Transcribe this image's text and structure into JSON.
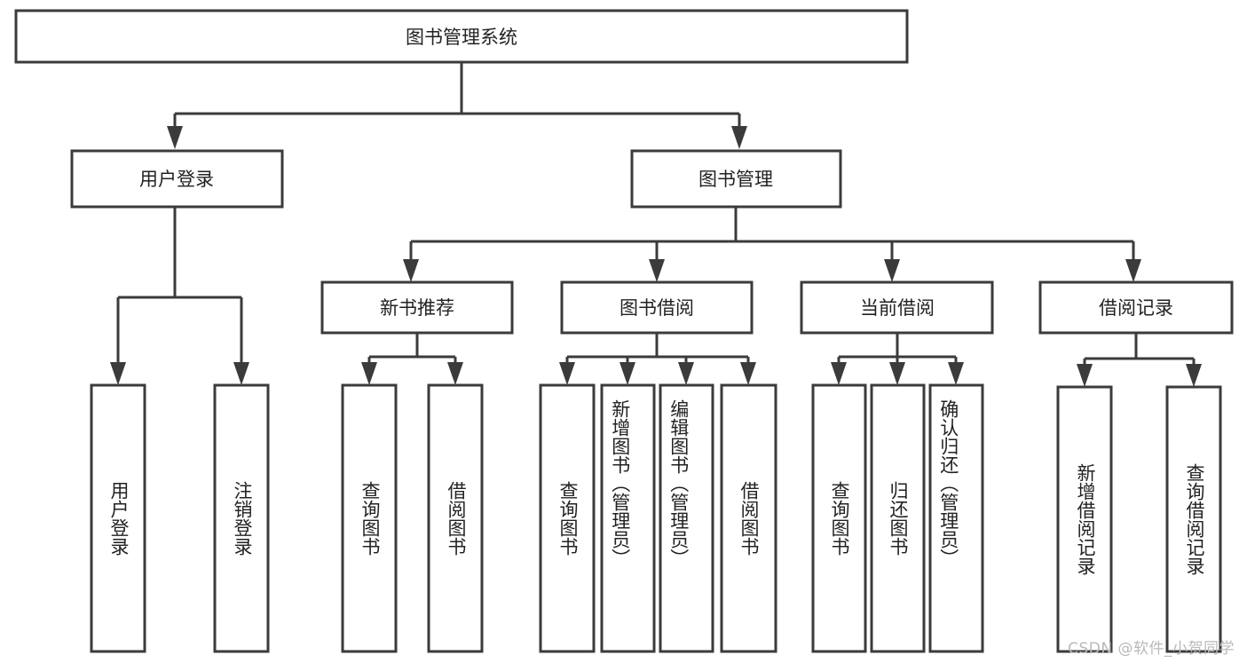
{
  "diagram": {
    "type": "tree",
    "title": "图书管理系统",
    "watermark": "CSDN @软件_小贺同学",
    "colors": {
      "stroke": "#3b3b3b",
      "box_fill": "#ffffff",
      "text": "#222222",
      "background": "#ffffff",
      "watermark": "#b9b9b9"
    },
    "nodes": {
      "root": {
        "label": "图书管理系统"
      },
      "level1": [
        {
          "id": "user-login",
          "label": "用户登录"
        },
        {
          "id": "book-manage",
          "label": "图书管理"
        }
      ],
      "level2": [
        {
          "id": "new-book-recommend",
          "label": "新书推荐"
        },
        {
          "id": "book-borrow",
          "label": "图书借阅"
        },
        {
          "id": "current-borrow",
          "label": "当前借阅"
        },
        {
          "id": "borrow-record",
          "label": "借阅记录"
        }
      ],
      "leaves": {
        "user-login": [
          {
            "id": "leaf-user-login",
            "label": "用户登录"
          },
          {
            "id": "leaf-user-logout",
            "label": "注销登录"
          }
        ],
        "new-book-recommend": [
          {
            "id": "leaf-query-book-1",
            "label": "查询图书"
          },
          {
            "id": "leaf-borrow-book-1",
            "label": "借阅图书"
          }
        ],
        "book-borrow": [
          {
            "id": "leaf-query-book-2",
            "label": "查询图书"
          },
          {
            "id": "leaf-add-book",
            "label": "新增图书（管理员）"
          },
          {
            "id": "leaf-edit-book",
            "label": "编辑图书（管理员）"
          },
          {
            "id": "leaf-borrow-book-2",
            "label": "借阅图书"
          }
        ],
        "current-borrow": [
          {
            "id": "leaf-query-book-3",
            "label": "查询图书"
          },
          {
            "id": "leaf-return-book",
            "label": "归还图书"
          },
          {
            "id": "leaf-confirm-return",
            "label": "确认归还（管理员）"
          }
        ],
        "borrow-record": [
          {
            "id": "leaf-add-record",
            "label": "新增借阅记录"
          },
          {
            "id": "leaf-query-record",
            "label": "查询借阅记录"
          }
        ]
      }
    }
  }
}
